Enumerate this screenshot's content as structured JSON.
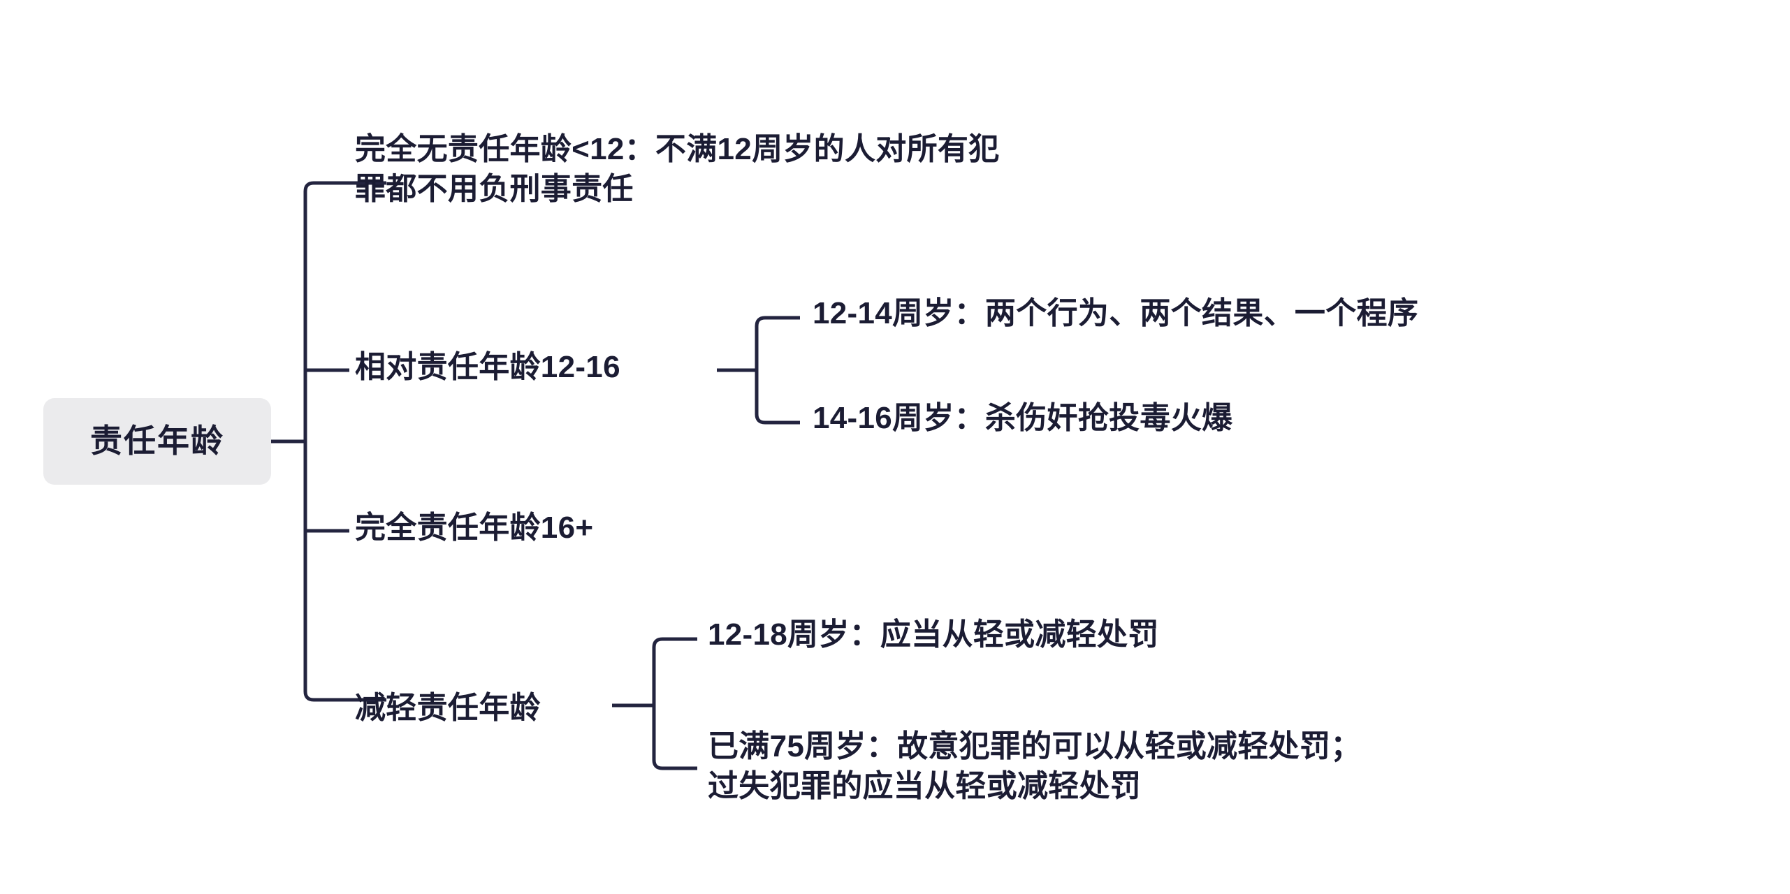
{
  "diagram": {
    "type": "mind-map",
    "title": "责任年龄",
    "orientation": "left-to-right",
    "root": {
      "label": "责任年龄",
      "background_color": "#ebebed",
      "text_color": "#1b1c33"
    },
    "line_color": "#23243f",
    "background_color": "#ffffff",
    "branches": [
      {
        "id": "b1",
        "label": "完全无责任年龄<12：不满12周岁的人对所有犯\n罪都不用负刑事责任",
        "children": []
      },
      {
        "id": "b2",
        "label": "相对责任年龄12-16",
        "children": [
          {
            "id": "b2a",
            "label": "12-14周岁：两个行为、两个结果、一个程序"
          },
          {
            "id": "b2b",
            "label": "14-16周岁：杀伤奸抢投毒火爆"
          }
        ]
      },
      {
        "id": "b3",
        "label": "完全责任年龄16+",
        "children": []
      },
      {
        "id": "b4",
        "label": "减轻责任年龄",
        "children": [
          {
            "id": "b4a",
            "label": "12-18周岁：应当从轻或减轻处罚"
          },
          {
            "id": "b4b",
            "label": "已满75周岁：故意犯罪的可以从轻或减轻处罚；\n过失犯罪的应当从轻或减轻处罚"
          }
        ]
      }
    ]
  }
}
